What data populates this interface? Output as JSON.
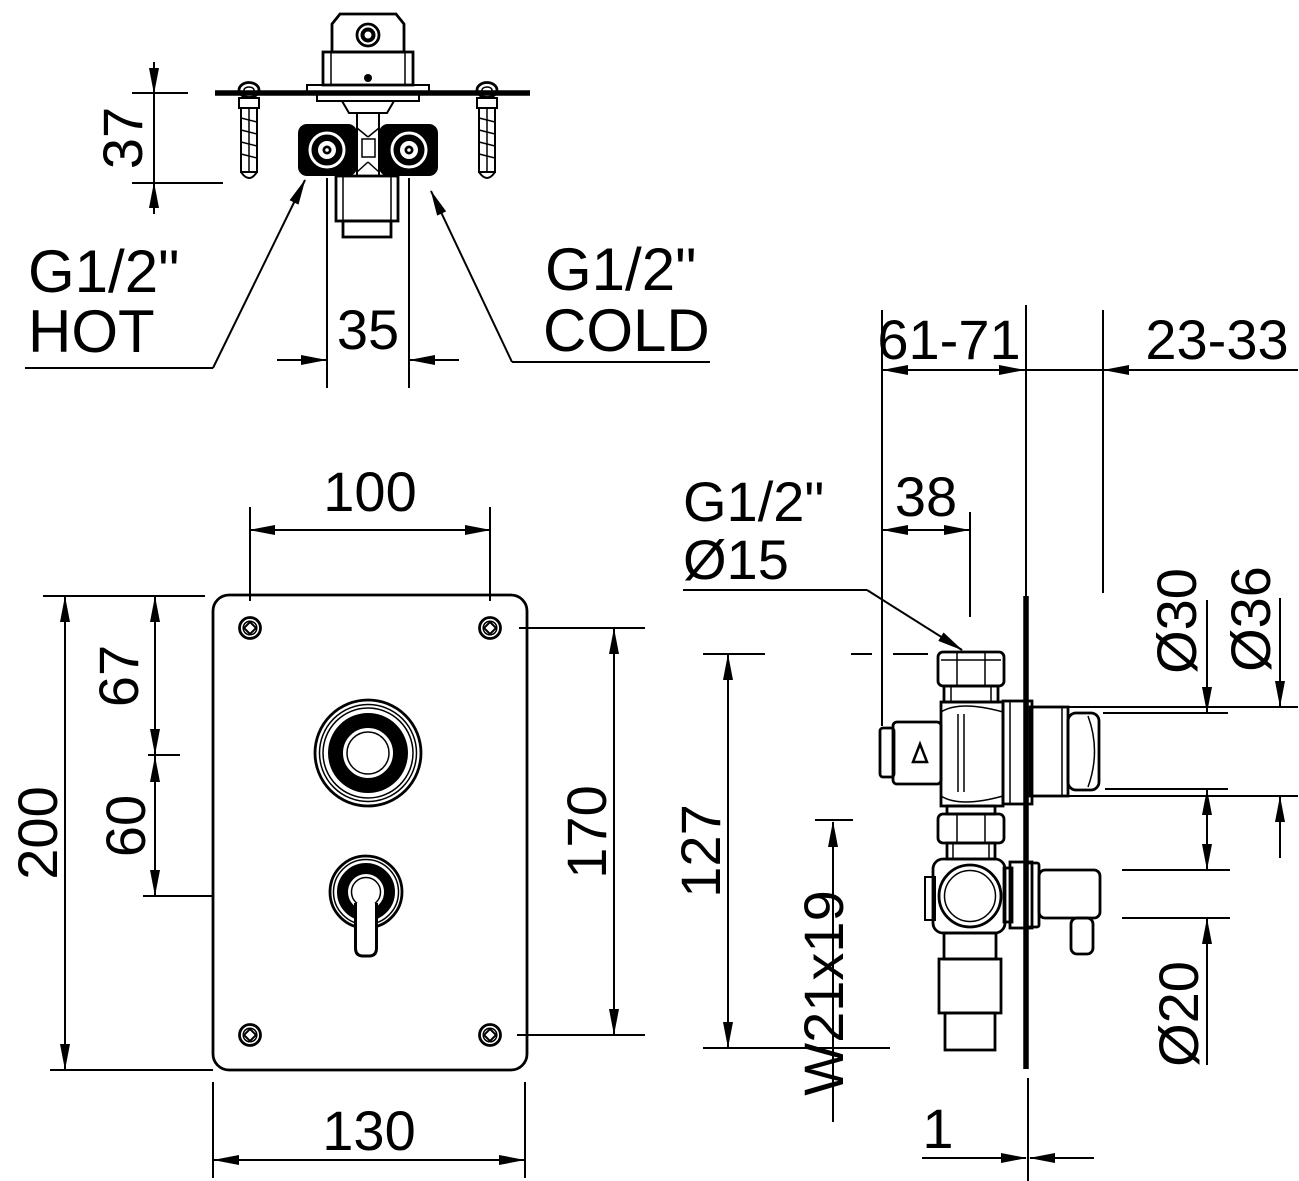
{
  "top_view": {
    "dim_depth": "37",
    "dim_inlet_spacing": "35",
    "hot_thread": "G1/2\"",
    "hot_name": "HOT",
    "cold_thread": "G1/2\"",
    "cold_name": "COLD"
  },
  "front_view": {
    "dim_screw_spacing_h": "100",
    "dim_edge_to_mixer": "67",
    "dim_mixer_to_valve": "60",
    "dim_plate_height": "200",
    "dim_screw_spacing_v": "170",
    "dim_plate_width": "130"
  },
  "side_view": {
    "dim_depth_behind_wall": "61-71",
    "dim_depth_front": "23-33",
    "inlet_thread": "G1/2\"",
    "inlet_diameter": "Ø15",
    "dim_inlet_offset": "38",
    "dim_trim_inner": "Ø30",
    "dim_trim_outer": "Ø36",
    "dim_body_height": "127",
    "thread_spec": "W21x19",
    "dim_handle_diameter": "Ø20",
    "dim_wall_plate": "1"
  }
}
